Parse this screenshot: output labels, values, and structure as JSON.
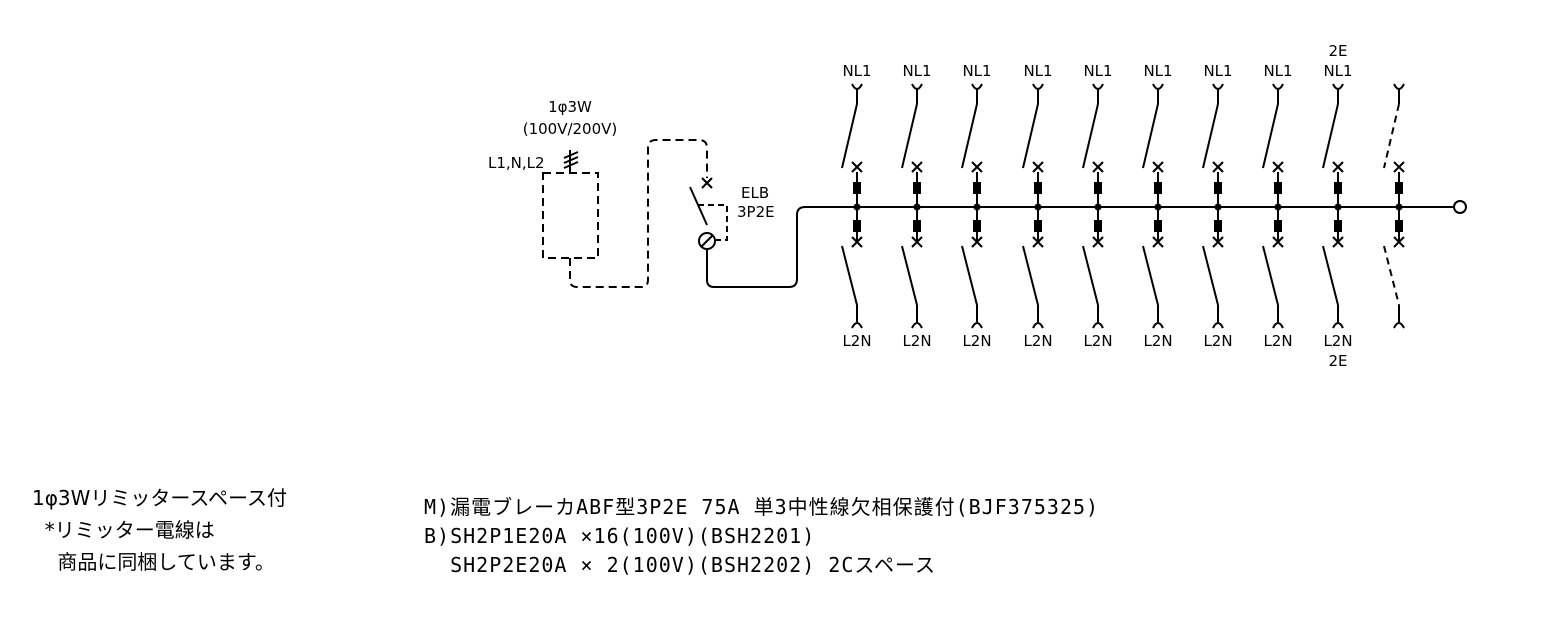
{
  "diagram": {
    "supply": {
      "phase": "1φ3W",
      "voltage": "(100V/200V)",
      "lines": "L1,N,L2"
    },
    "main_breaker": {
      "name": "ELB",
      "poles": "3P2E"
    },
    "branches": [
      {
        "top": "NL1",
        "bottom": "L2N",
        "top_extra": "",
        "bottom_extra": "",
        "spare": false
      },
      {
        "top": "NL1",
        "bottom": "L2N",
        "top_extra": "",
        "bottom_extra": "",
        "spare": false
      },
      {
        "top": "NL1",
        "bottom": "L2N",
        "top_extra": "",
        "bottom_extra": "",
        "spare": false
      },
      {
        "top": "NL1",
        "bottom": "L2N",
        "top_extra": "",
        "bottom_extra": "",
        "spare": false
      },
      {
        "top": "NL1",
        "bottom": "L2N",
        "top_extra": "",
        "bottom_extra": "",
        "spare": false
      },
      {
        "top": "NL1",
        "bottom": "L2N",
        "top_extra": "",
        "bottom_extra": "",
        "spare": false
      },
      {
        "top": "NL1",
        "bottom": "L2N",
        "top_extra": "",
        "bottom_extra": "",
        "spare": false
      },
      {
        "top": "NL1",
        "bottom": "L2N",
        "top_extra": "",
        "bottom_extra": "",
        "spare": false
      },
      {
        "top": "NL1",
        "bottom": "L2N",
        "top_extra": "2E",
        "bottom_extra": "2E",
        "spare": false
      },
      {
        "top": "",
        "bottom": "",
        "top_extra": "",
        "bottom_extra": "",
        "spare": true
      }
    ]
  },
  "notes_left": {
    "line1": "1φ3Wリミッタースペース付",
    "line2": "  *リミッター電線は",
    "line3": "    商品に同梱しています。"
  },
  "notes_right": {
    "line1": "M)漏電ブレーカABF型3P2E 75A 単3中性線欠相保護付(BJF375325)",
    "line2": "B)SH2P1E20A ×16(100V)(BSH2201)",
    "line3": "  SH2P2E20A × 2(100V)(BSH2202) 2Cスペース"
  }
}
